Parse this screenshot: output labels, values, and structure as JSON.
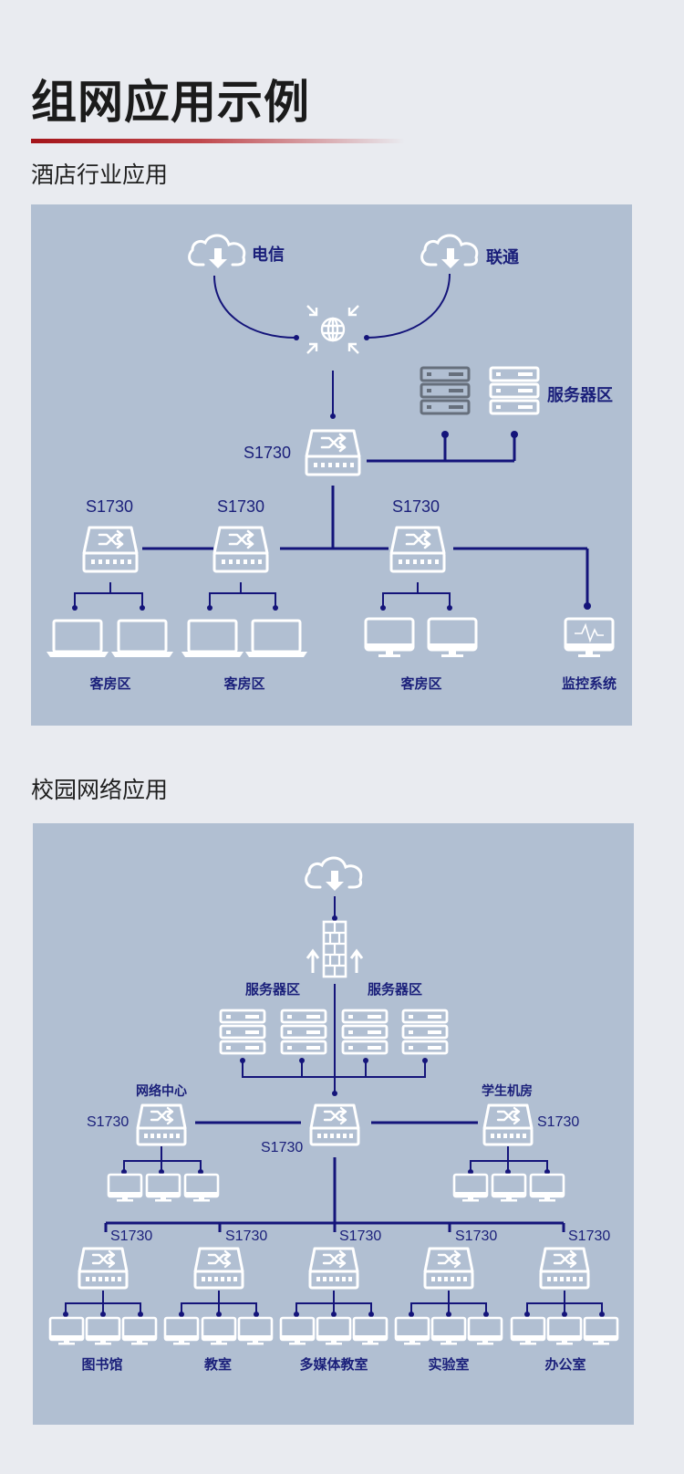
{
  "page": {
    "title": "组网应用示例"
  },
  "hotel": {
    "section_title": "酒店行业应用",
    "isp1": "电信",
    "isp2": "联通",
    "server_zone": "服务器区",
    "core_switch": "S1730",
    "switches": [
      "S1730",
      "S1730",
      "S1730"
    ],
    "zones": [
      "客房区",
      "客房区",
      "客房区",
      "监控系统"
    ]
  },
  "campus": {
    "section_title": "校园网络应用",
    "server_zone_left": "服务器区",
    "server_zone_right": "服务器区",
    "net_center": "网络中心",
    "student_lab": "学生机房",
    "left_switch": "S1730",
    "core_switch": "S1730",
    "right_switch": "S1730",
    "bottom_switches": [
      "S1730",
      "S1730",
      "S1730",
      "S1730",
      "S1730"
    ],
    "bottom_zones": [
      "图书馆",
      "教室",
      "多媒体教室",
      "实验室",
      "办公室"
    ]
  },
  "colors": {
    "accent": "#a4141a",
    "line": "#14147a",
    "panel": "#b1bfd2",
    "device_stroke": "#ffffff",
    "server_dark": "#666f7c"
  }
}
